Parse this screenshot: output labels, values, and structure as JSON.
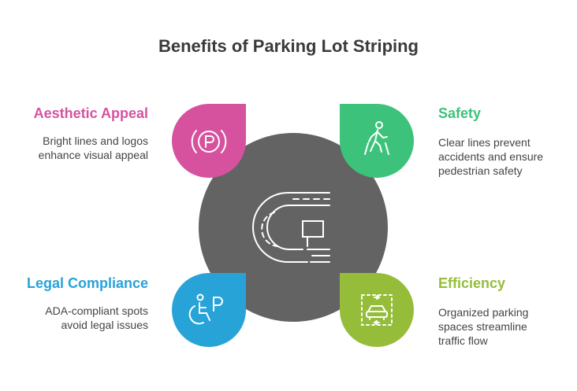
{
  "title": "Benefits of Parking Lot Striping",
  "colors": {
    "center": "#636363",
    "aesthetic": "#d6529f",
    "safety": "#3cc27a",
    "legal": "#27a3d8",
    "efficiency": "#95bd3a"
  },
  "items": {
    "aesthetic": {
      "label": "Aesthetic Appeal",
      "desc": [
        "Bright lines and logos",
        "enhance visual appeal"
      ],
      "icon": "parking-brake-icon"
    },
    "safety": {
      "label": "Safety",
      "desc": [
        "Clear lines prevent",
        "accidents and ensure",
        "pedestrian safety"
      ],
      "icon": "pedestrian-crossing-icon"
    },
    "legal": {
      "label": "Legal Compliance",
      "desc": [
        "ADA-compliant spots",
        "avoid legal issues"
      ],
      "icon": "accessible-parking-icon"
    },
    "efficiency": {
      "label": "Efficiency",
      "desc": [
        "Organized parking",
        "spaces streamline",
        "traffic flow"
      ],
      "icon": "car-space-icon"
    }
  },
  "center_icon": "parking-road-icon"
}
